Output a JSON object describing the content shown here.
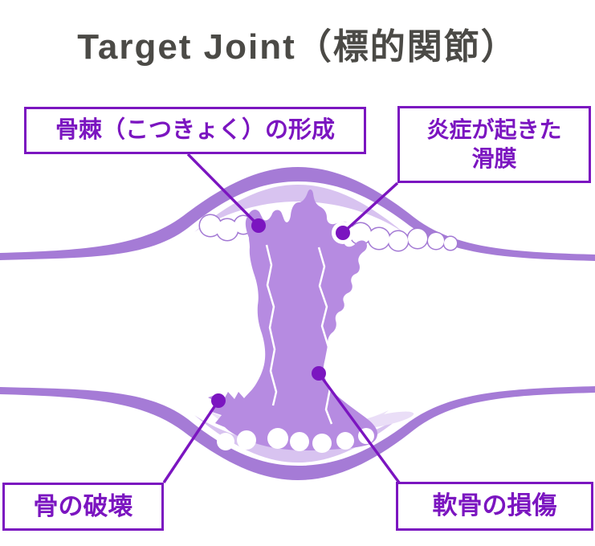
{
  "title": "Target Joint（標的関節）",
  "callouts": {
    "bone_spur": {
      "label": "骨棘（こつきょく）の形成"
    },
    "inflamed_synovium": {
      "label_lines": [
        "炎症が起きた",
        "滑膜"
      ]
    },
    "bone_destruction": {
      "label": "骨の破壊"
    },
    "cartilage_damage": {
      "label": "軟骨の損傷"
    }
  },
  "colors": {
    "accent_purple": "#7b15c0",
    "bone_fill": "#b68be1",
    "capsule_band": "#a57bd6",
    "capsule_inner_band": "#d8c3f0",
    "capsule_lightest_band": "#ece2f8",
    "title_text": "#4b4a46",
    "background": "#ffffff"
  }
}
